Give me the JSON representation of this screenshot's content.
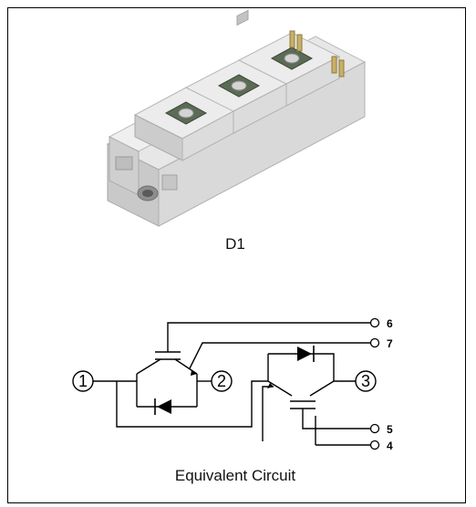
{
  "module_label": "D1",
  "circuit_caption": "Equivalent Circuit",
  "pins": {
    "p1": "1",
    "p2": "2",
    "p3": "3"
  },
  "terminals": {
    "t6": "6",
    "t7": "7",
    "t5": "5",
    "t4": "4"
  },
  "colors": {
    "module_light": "#e4e4e4",
    "module_mid": "#cfcfcf",
    "module_dark": "#a9a9a9",
    "pad_green": "#5b6b55",
    "pad_silver": "#d7d7d7",
    "tab_gold": "#c9b067",
    "line": "#000000"
  }
}
